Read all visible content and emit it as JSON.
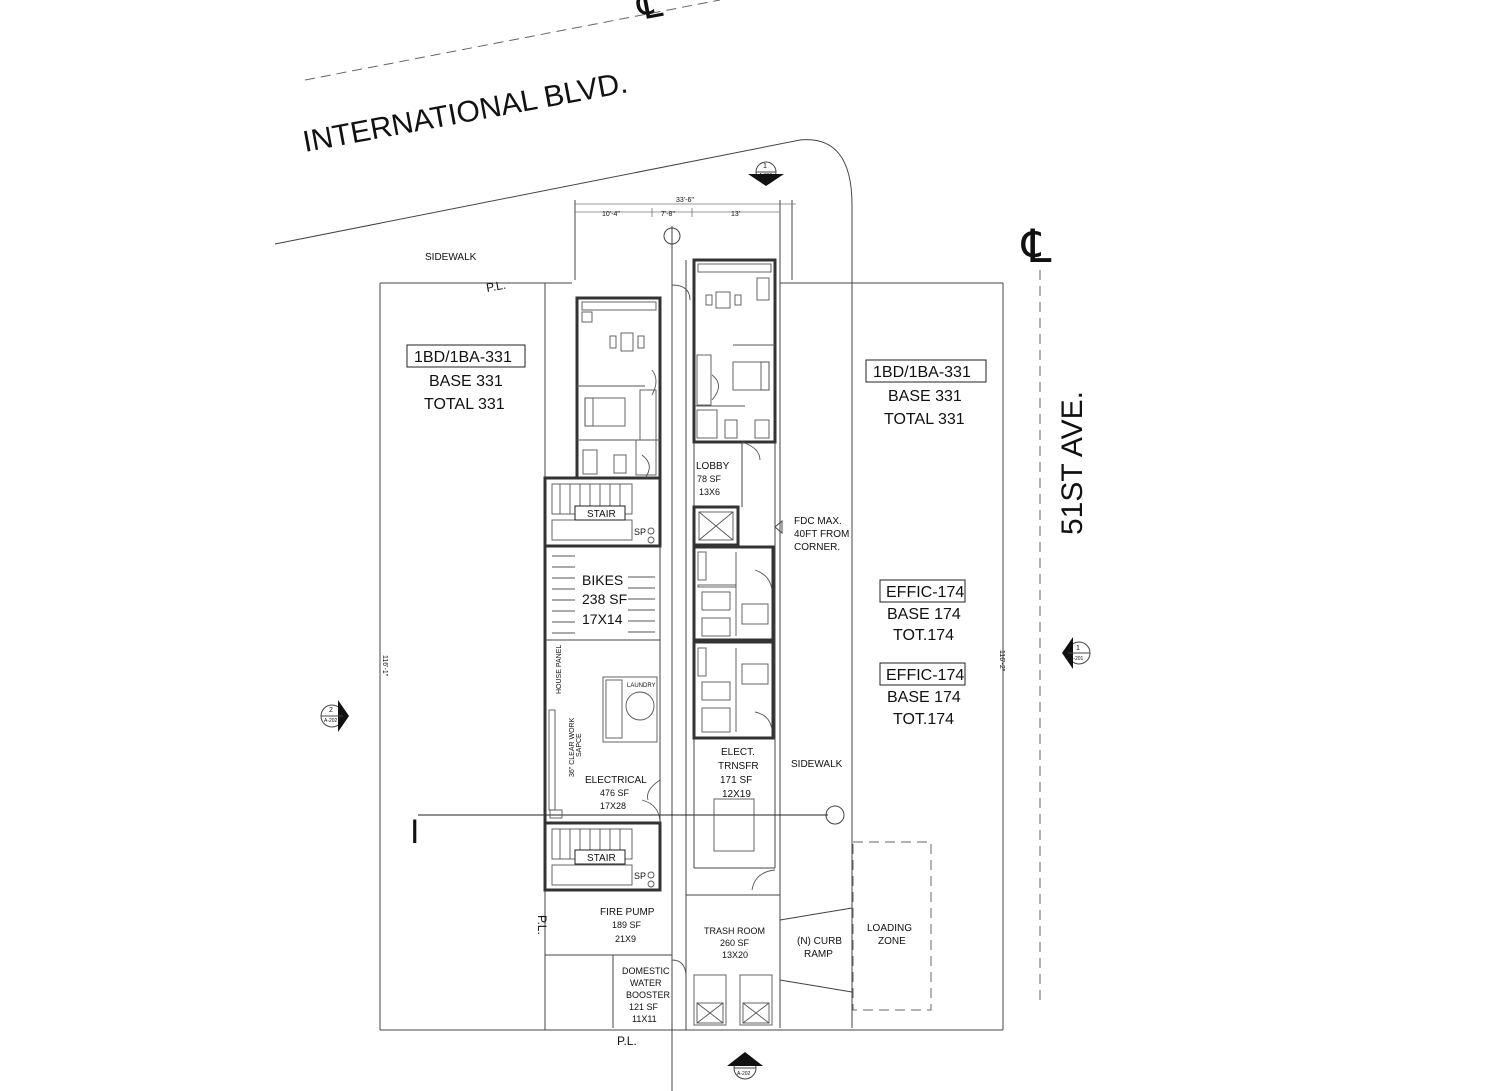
{
  "streets": {
    "international": "INTERNATIONAL BLVD.",
    "fifty_first": "51ST AVE.",
    "centerline_symbol": "℄"
  },
  "site_labels": {
    "sidewalk_top": "SIDEWALK",
    "sidewalk_right": "SIDEWALK",
    "pl_top": "P.L.",
    "pl_bottom": "P.L.",
    "pl_left": "P.L.",
    "loading": [
      "LOADING",
      "ZONE"
    ],
    "curb_ramp": [
      "(N) CURB",
      "RAMP"
    ],
    "fdc": [
      "FDC MAX.",
      "40FT FROM",
      "CORNER."
    ]
  },
  "dimensions": {
    "overall_width": "33'-6\"",
    "segment_1": "10'-4\"",
    "segment_2": "7'-8\"",
    "segment_3": "13'",
    "left_depth": "116'-1\"",
    "right_depth": "116'-2\""
  },
  "section_markers": {
    "top": {
      "num": "1",
      "sheet": "A-200"
    },
    "right": {
      "num": "1",
      "sheet": "A-201"
    },
    "left": {
      "num": "2",
      "sheet": "A-202"
    },
    "bottom": {
      "num": "3",
      "sheet": "A-202"
    }
  },
  "units": {
    "left": {
      "tag": "1BD/1BA-331",
      "base": "BASE 331",
      "total": "TOTAL 331"
    },
    "right": {
      "tag": "1BD/1BA-331",
      "base": "BASE 331",
      "total": "TOTAL 331"
    },
    "effic_1": {
      "tag": "EFFIC-174",
      "base": "BASE 174",
      "total": "TOT.174"
    },
    "effic_2": {
      "tag": "EFFIC-174",
      "base": "BASE 174",
      "total": "TOT.174"
    }
  },
  "rooms": {
    "lobby": [
      "LOBBY",
      "78 SF",
      "13X6"
    ],
    "bikes": [
      "BIKES",
      "238 SF",
      "17X14"
    ],
    "stair_1": "STAIR",
    "stair_2": "STAIR",
    "sp_1": "SP",
    "sp_2": "SP",
    "electrical": [
      "ELECTRICAL",
      "476 SF",
      "17X28"
    ],
    "house_panel": "HOUSE PANEL",
    "clear_work": [
      "36\" CLEAR WORK",
      "SAPCE"
    ],
    "laundry": "LAUNDRY",
    "elect_trnsfr": [
      "ELECT.",
      "TRNSFR",
      "171 SF",
      "12X19"
    ],
    "fire_pump": [
      "FIRE PUMP",
      "189 SF",
      "21X9"
    ],
    "trash_room": [
      "TRASH ROOM",
      "260 SF",
      "13X20"
    ],
    "domestic_water": [
      "DOMESTIC",
      "WATER",
      "BOOSTER",
      "121 SF",
      "11X11"
    ]
  },
  "section_line_label": "I"
}
